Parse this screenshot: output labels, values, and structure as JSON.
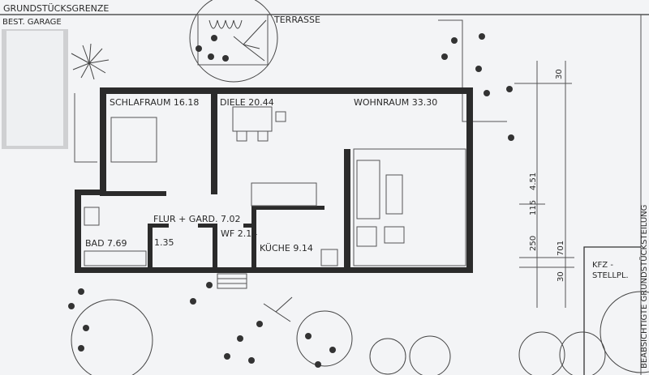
{
  "labels": {
    "boundary": "GRUNDSTÜCKSGRENZE",
    "garage": "BEST. GARAGE",
    "terrace": "TERRASSE",
    "bedroom": "SCHLAFRAUM 16.18",
    "hall": "DIELE  20.44",
    "living": "WOHNRAUM 33.30",
    "corridor": "FLUR + GARD. 7.02",
    "bath": "BAD  7.69",
    "small_room": "1.35",
    "wc": "WF 2.14",
    "kitchen": "KÜCHE  9.14",
    "parking": [
      "KFZ -",
      "STELLPL."
    ],
    "intended_split": "BEABSICHTIGTE  GRUNDSTÜCKSTEILUNG"
  },
  "dimensions": {
    "top": "30",
    "inner_a": "4.51",
    "inner_b": "115",
    "inner_c": "250",
    "outer": "701",
    "bottom": "30"
  }
}
